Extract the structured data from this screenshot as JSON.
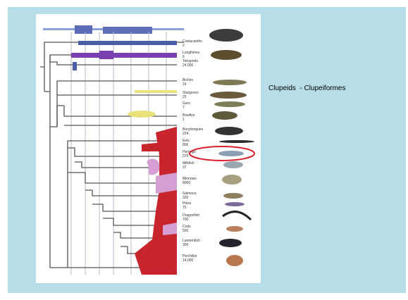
{
  "slide": {
    "caption": "Clupeids  - Clupeiformes"
  },
  "phylogeny": {
    "clades": [
      {
        "name": "Coelacanths",
        "count": "2"
      },
      {
        "name": "Lungfishes",
        "count": "6"
      },
      {
        "name": "Tetrapods",
        "count": "24,000"
      },
      {
        "name": "Bichirs",
        "count": "16"
      },
      {
        "name": "Sturgeons",
        "count": "25"
      },
      {
        "name": "Gars",
        "count": "7"
      },
      {
        "name": "Bowfins",
        "count": "1"
      },
      {
        "name": "Bonytongues",
        "count": "224"
      },
      {
        "name": "Eels",
        "count": "800"
      },
      {
        "name": "Herrings",
        "count": "370"
      },
      {
        "name": "Milkfish",
        "count": "37"
      },
      {
        "name": "Minnows",
        "count": "8000"
      },
      {
        "name": "Salmons",
        "count": "320"
      },
      {
        "name": "Pikes",
        "count": "75"
      },
      {
        "name": "Dragonfish",
        "count": "700"
      },
      {
        "name": "Cods",
        "count": "500"
      },
      {
        "name": "Lanternfish",
        "count": "300"
      },
      {
        "name": "Perchlike",
        "count": "14,000"
      }
    ],
    "highlight_color": "#d81f2a",
    "colors": {
      "purple": "#7a3fb0",
      "blue": "#4a5ea8",
      "yellow": "#e9e27a",
      "red": "#c8242c",
      "pink": "#d79ed3"
    }
  }
}
